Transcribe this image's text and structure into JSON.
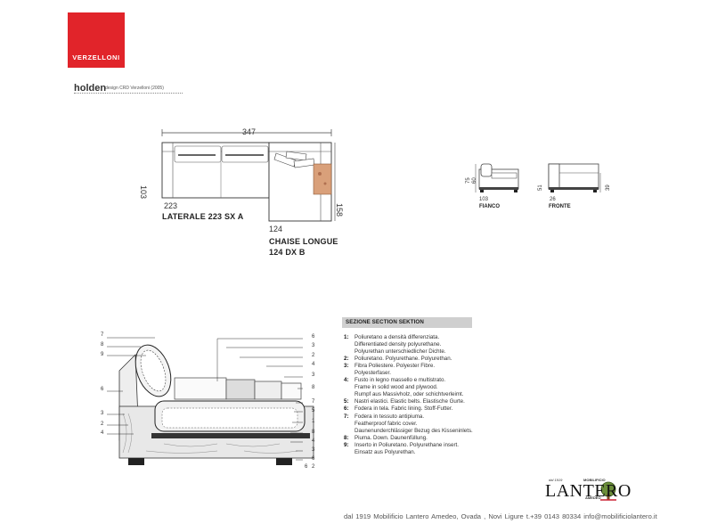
{
  "brand": {
    "logo_text": "VERZELLONI",
    "logo_color": "#e1242a"
  },
  "product": {
    "name": "holden",
    "credit": "design CRD Verzelloni (2005)"
  },
  "plan": {
    "total_width": "347",
    "depth": "103",
    "laterale_width": "223",
    "laterale_label": "LATERALE 223 SX A",
    "chaise_width": "124",
    "chaise_depth": "158",
    "chaise_label_line1": "CHAISE LONGUE",
    "chaise_label_line2": "124 DX B"
  },
  "fianco": {
    "label": "FIANCO",
    "h1": "75",
    "h2": "60",
    "w": "103"
  },
  "fronte": {
    "label": "FRONTE",
    "h1": "51",
    "h2": "39",
    "w": "26"
  },
  "section": {
    "header": "SEZIONE   SECTION   SEKTION",
    "left_callouts": [
      "7",
      "8",
      "9",
      "6",
      "3",
      "2",
      "4"
    ],
    "right_callouts": [
      "6",
      "3",
      "2",
      "4",
      "3",
      "8",
      "7",
      "5",
      "1",
      "8",
      "4",
      "3",
      "6",
      "2",
      "6"
    ],
    "legend": [
      {
        "num": "1:",
        "text": "Poliuretano a densità differenziata."
      },
      {
        "num": "",
        "text": "Differentiated density polyurethane."
      },
      {
        "num": "",
        "text": "Polyurethan unterschiedlicher Dichte."
      },
      {
        "num": "2:",
        "text": "Poliuretano. Polyurethane. Polyurethan."
      },
      {
        "num": "3:",
        "text": "Fibra Poliestere. Polyester Fibre."
      },
      {
        "num": "",
        "text": "Polyesterfaser."
      },
      {
        "num": "4:",
        "text": "Fusto in legno massello e multistrato."
      },
      {
        "num": "",
        "text": "Frame in solid wood and plywood."
      },
      {
        "num": "",
        "text": "Rumpf aus Massivholz, oder schichtverleimt."
      },
      {
        "num": "5:",
        "text": "Nastri elastici. Elastic belts. Elastische Gurte."
      },
      {
        "num": "6:",
        "text": "Fodera in tela. Fabric lining. Stoff-Futter."
      },
      {
        "num": "7:",
        "text": "Fodera in tessuto antipiuma."
      },
      {
        "num": "",
        "text": "Featherproof fabric cover."
      },
      {
        "num": "",
        "text": "Daunenunderchlässiger Bezug des Kisseninlets."
      },
      {
        "num": "8:",
        "text": "Piuma. Down. Daunenfüllung."
      },
      {
        "num": "9:",
        "text": "Inserto in Poliuretano. Polyurethane insert."
      },
      {
        "num": "",
        "text": "Einsatz aus Polyurethan."
      }
    ]
  },
  "dealer": {
    "since": "dal 1919",
    "tag": "MOBILIFICIO",
    "name": "LANTERO",
    "sub": "AMEDEO",
    "footer": "dal 1919 Mobilificio Lantero Amedeo,   Ovada , Novi Ligure  t.+39 0143 80334   info@mobilificiolantero.it"
  }
}
